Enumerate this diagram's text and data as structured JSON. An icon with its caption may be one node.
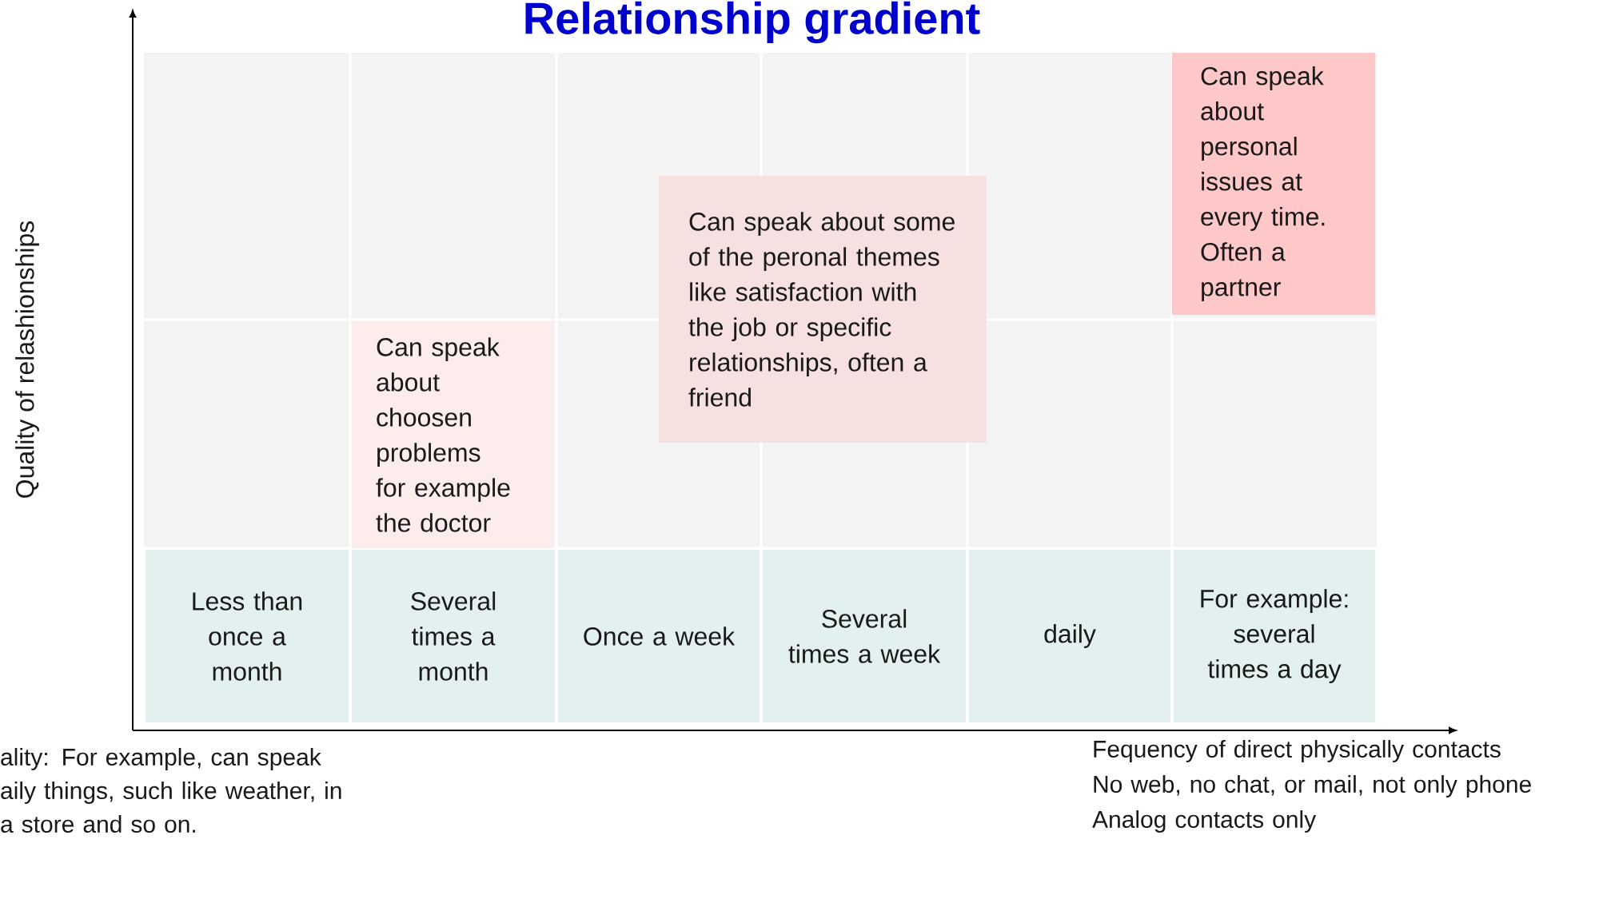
{
  "diagram": {
    "title": "Relationship gradient",
    "nodes": [
      {
        "text": [
          "Can speak about personal issues at every time. Often a partner"
        ]
      },
      {
        "text": [
          "Can speak about some of the peronal themes like satisfaction with the job or specific relationships, often a friend"
        ]
      },
      {
        "text": [
          "Can speak about choosen problems for example the doctor"
        ]
      },
      {
        "text": [
          "Less than once a month"
        ]
      },
      {
        "text": [
          "Several times a month"
        ]
      },
      {
        "text": [
          "Once a week"
        ]
      },
      {
        "text": [
          "Several times a week"
        ]
      },
      {
        "text": [
          "daily"
        ]
      },
      {
        "text": [
          "For example: several times a day"
        ]
      }
    ],
    "labels": [
      "Quality of relashionships",
      "ality: For example, can speak aily things, such like weather, in a store and so on.",
      "Fequency of direct physically contacts",
      "No web, no chat, or mail, not only phone",
      "Analog contacts only"
    ]
  }
}
